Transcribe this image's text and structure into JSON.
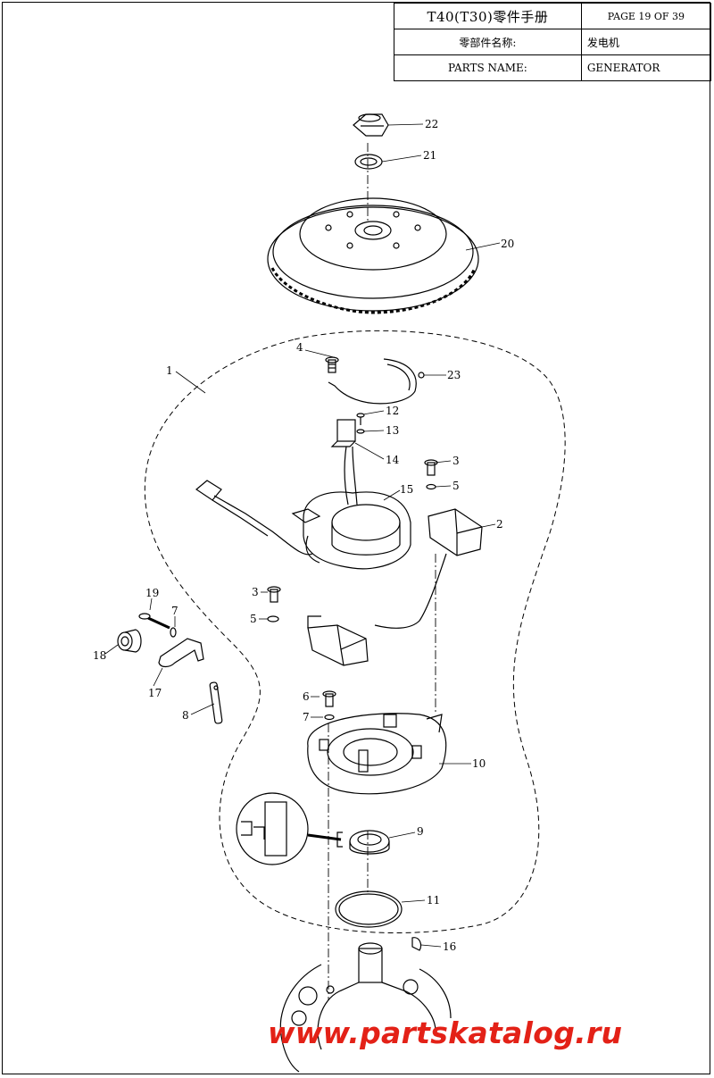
{
  "title_block": {
    "title": "T40(T30)零件手册",
    "page": "PAGE 19 OF 39",
    "cn_label": "零部件名称:",
    "cn_value": "发电机",
    "en_label": "PARTS NAME:",
    "en_value": "GENERATOR"
  },
  "callouts": {
    "c1": "1",
    "c2": "2",
    "c3a": "3",
    "c3b": "3",
    "c4": "4",
    "c5a": "5",
    "c5b": "5",
    "c6": "6",
    "c7a": "7",
    "c7b": "7",
    "c8": "8",
    "c9": "9",
    "c10": "10",
    "c11": "11",
    "c12": "12",
    "c13": "13",
    "c14": "14",
    "c15": "15",
    "c16": "16",
    "c17": "17",
    "c18": "18",
    "c19": "19",
    "c20": "20",
    "c21": "21",
    "c22": "22",
    "c23": "23"
  },
  "watermark": "www.partskatalog.ru",
  "colors": {
    "watermark": "#e32117",
    "line": "#000000"
  }
}
